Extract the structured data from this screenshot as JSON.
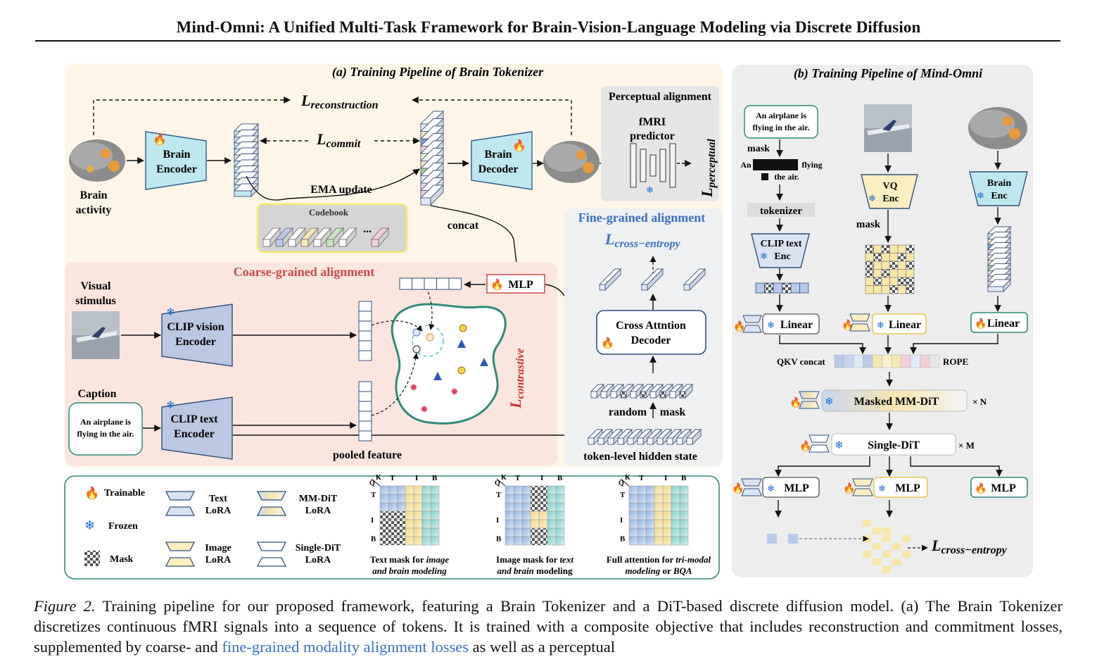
{
  "paper_title": "Mind-Omni: A Unified Multi-Task Framework for Brain-Vision-Language Modeling via Discrete Diffusion",
  "panel_a": {
    "title": "(a) Training Pipeline of Brain Tokenizer",
    "loss_reconstruction": "L",
    "loss_reconstruction_sub": "reconstruction",
    "loss_commit": "L",
    "loss_commit_sub": "commit",
    "brain_activity_1": "Brain",
    "brain_activity_2": "activity",
    "brain_encoder_1": "Brain",
    "brain_encoder_2": "Encoder",
    "brain_decoder_1": "Brain",
    "brain_decoder_2": "Decoder",
    "ema_update": "EMA update",
    "codebook": "Codebook",
    "codebook_ellipsis": "...",
    "concat": "concat",
    "perceptual_title": "Perceptual alignment",
    "fmri_1": "fMRI",
    "fmri_2": "predictor",
    "loss_perceptual": "L",
    "loss_perceptual_sub": "perceptual",
    "coarse_title": "Coarse-grained alignment",
    "visual_1": "Visual",
    "visual_2": "stimulus",
    "clip_vision_1": "CLIP vision",
    "clip_vision_2": "Encoder",
    "caption_label": "Caption",
    "caption_text_1": "An airplane is",
    "caption_text_2": "flying in the air.",
    "clip_text_1": "CLIP text",
    "clip_text_2": "Encoder",
    "pooled_feature": "pooled feature",
    "mlp": "MLP",
    "loss_contrastive": "L",
    "loss_contrastive_sub": "contrastive",
    "fine_title": "Fine-grained alignment",
    "loss_ce": "L",
    "loss_ce_sub": "cross−entropy",
    "cross_dec_1": "Cross Attntion",
    "cross_dec_2": "Decoder",
    "random_mask_1": "random",
    "random_mask_2": "mask",
    "token_hidden": "token-level hidden state"
  },
  "panel_b": {
    "title": "(b) Training Pipeline of Mind-Omni",
    "text_box_1": "An airplane is",
    "text_box_2": "flying in the air.",
    "mask_label": "mask",
    "masked_an": "An",
    "masked_flying": "flying",
    "masked_air": "the air.",
    "tokenizer": "tokenizer",
    "clip_text_1": "CLIP text",
    "clip_text_2": "Enc",
    "vq_1": "VQ",
    "vq_2": "Enc",
    "mask_label_2": "mask",
    "brain_enc_1": "Brain",
    "brain_enc_2": "Enc",
    "linear": "Linear",
    "qkv": "QKV concat",
    "rope": "ROPE",
    "mmdit": "Masked MM-DiT",
    "times_n": "× N",
    "single_dit": "Single-DiT",
    "times_m": "× M",
    "mlp": "MLP",
    "loss_ce": "L",
    "loss_ce_sub": "cross−entropy"
  },
  "legend": {
    "trainable": "Trainable",
    "frozen": "Frozen",
    "mask": "Mask",
    "text_lora_1": "Text",
    "text_lora_2": "LoRA",
    "image_lora_1": "Image",
    "image_lora_2": "LoRA",
    "mmdit_lora_1": "MM-DiT",
    "mmdit_lora_2": "LoRA",
    "single_lora_1": "Single-DiT",
    "single_lora_2": "LoRA",
    "q": "Q",
    "k": "K",
    "t": "T",
    "i": "I",
    "b": "B",
    "mask1_a": "Text mask for ",
    "mask1_b": "image",
    "mask1_c": "and brain modeling",
    "mask2_a": "Image mask for ",
    "mask2_b": "text",
    "mask2_c": "and brain",
    "mask2_d": " modeling",
    "mask3_a": "Full attention for ",
    "mask3_b": "tri-modal",
    "mask3_c": "modeling",
    "mask3_d": " or ",
    "mask3_e": "BQA"
  },
  "caption": {
    "fig_label": "Figure 2.",
    "line1": " Training pipeline for our proposed framework, featuring a Brain Tokenizer and a DiT-based discrete diffusion model. (a) The",
    "line2": "Brain Tokenizer discretizes continuous fMRI signals into a sequence of tokens. It is trained with a composite objective that includes",
    "line3_a": "reconstruction and commitment losses, supplemented by coarse- and ",
    "line3_blue": "fine-grained modality alignment losses",
    "line3_b": " as well as a perceptual"
  },
  "colors": {
    "panel_a_bg": "#fdf6e8",
    "coarse_bg": "#fbe6df",
    "fine_bg": "#eef0f2",
    "perceptual_bg": "#e6e6e6",
    "panel_b_bg": "#ededed",
    "encoder_fill": "#bde8ef",
    "coarse_title": "#cc4a4a",
    "fine_title": "#3a6fc7",
    "accent_teal": "#2f8a78",
    "mask_yellow": "#f7e7a6"
  }
}
